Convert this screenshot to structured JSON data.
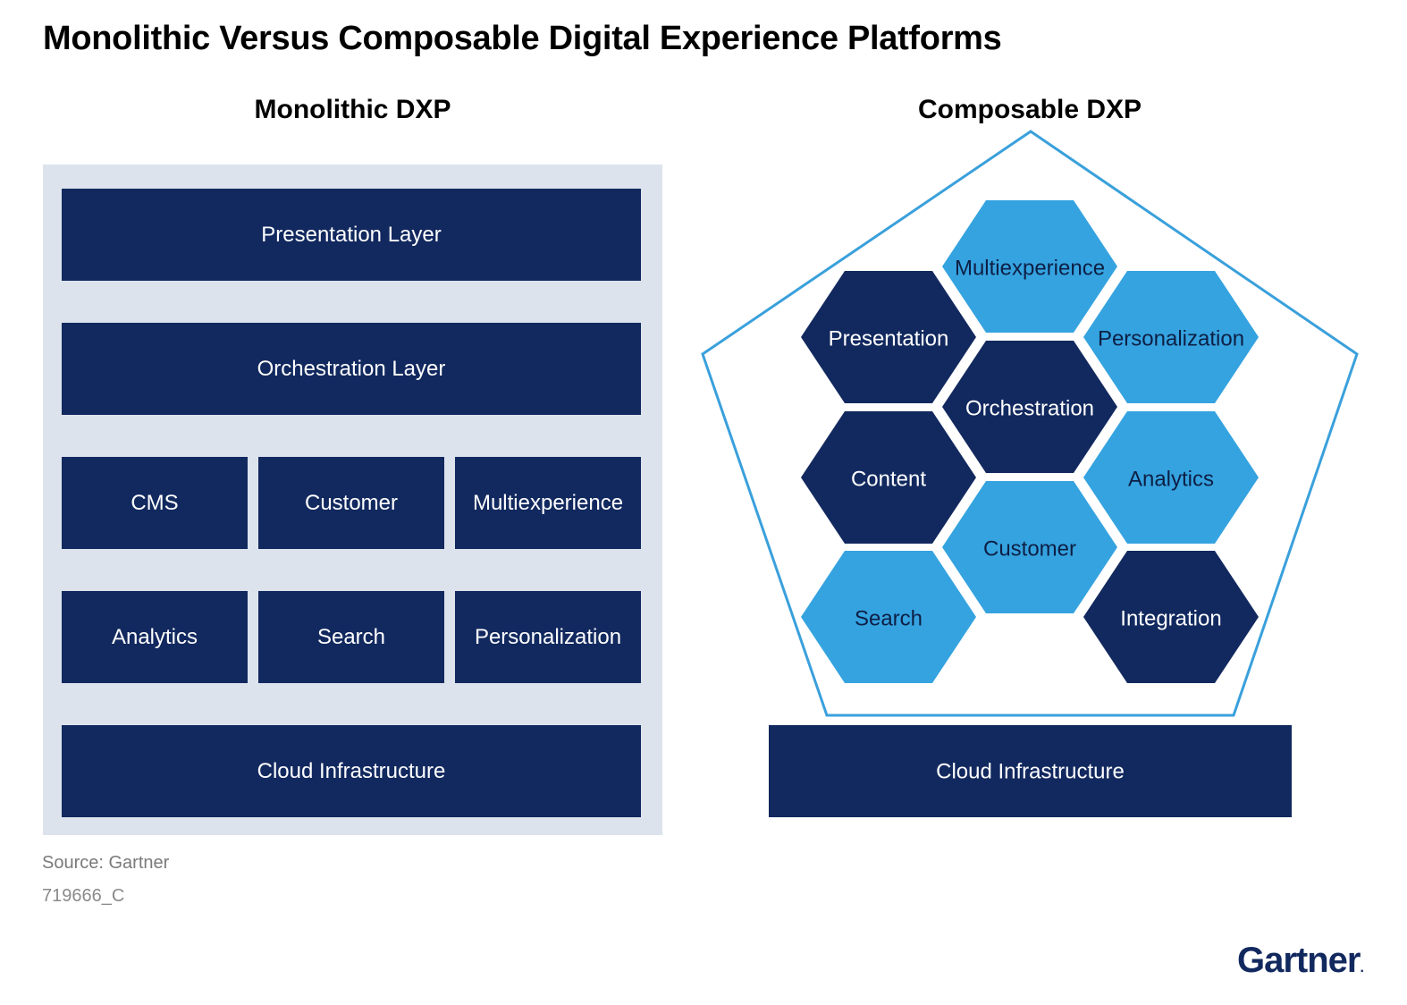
{
  "title": "Monolithic Versus Composable Digital Experience Platforms",
  "monolithic": {
    "heading": "Monolithic DXP",
    "presentation": "Presentation Layer",
    "orchestration": "Orchestration Layer",
    "cms": "CMS",
    "customer": "Customer",
    "multiexperience": "Multiexperience",
    "analytics": "Analytics",
    "search": "Search",
    "personalization": "Personalization",
    "cloud": "Cloud Infrastructure"
  },
  "composable": {
    "heading": "Composable DXP",
    "hexes": [
      {
        "key": "multiexperience",
        "label": "Multiexperience",
        "tone": "light"
      },
      {
        "key": "presentation",
        "label": "Presentation",
        "tone": "dark"
      },
      {
        "key": "personalization",
        "label": "Personalization",
        "tone": "light"
      },
      {
        "key": "orchestration",
        "label": "Orchestration",
        "tone": "dark"
      },
      {
        "key": "content",
        "label": "Content",
        "tone": "dark"
      },
      {
        "key": "analytics",
        "label": "Analytics",
        "tone": "light"
      },
      {
        "key": "customer",
        "label": "Customer",
        "tone": "light"
      },
      {
        "key": "search",
        "label": "Search",
        "tone": "light"
      },
      {
        "key": "integration",
        "label": "Integration",
        "tone": "dark"
      }
    ],
    "cloud": "Cloud Infrastructure"
  },
  "footer": {
    "source": "Source: Gartner",
    "code": "719666_C",
    "logo": "Gartner",
    "logo_mark": "."
  },
  "colors": {
    "dark_navy": "#12295f",
    "light_blue": "#35a3e0",
    "frame_gray": "#dce3ed",
    "pentagon_stroke": "#3aa0dc",
    "dark_text": "#ffffff",
    "light_text": "#0d1f44"
  }
}
